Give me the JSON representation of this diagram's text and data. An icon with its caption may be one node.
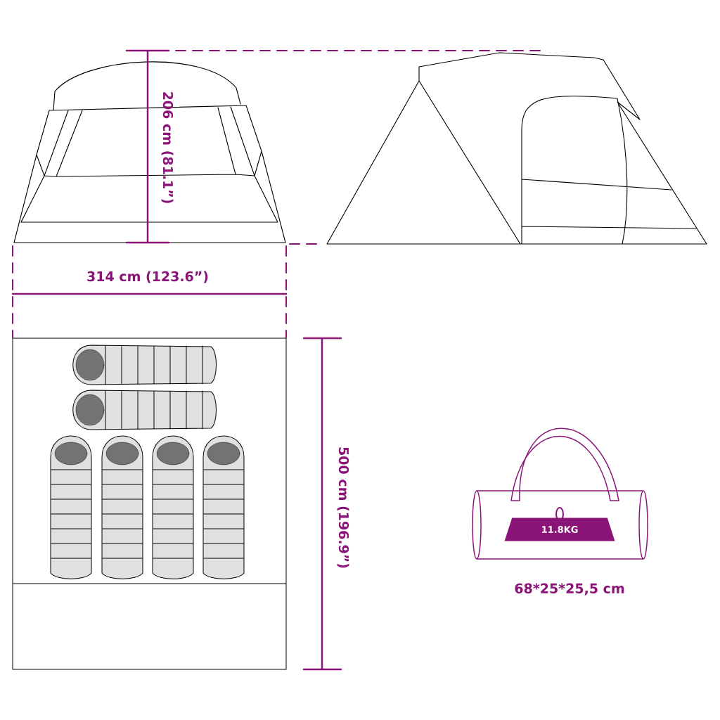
{
  "diagram": {
    "nodes": [
      {
        "text": [
          "11.8KG"
        ]
      }
    ],
    "labels": [
      "206 cm (81.1”)",
      "314 cm (123.6”)",
      "500 cm (196.9”)",
      "68*25*25,5 cm"
    ]
  }
}
